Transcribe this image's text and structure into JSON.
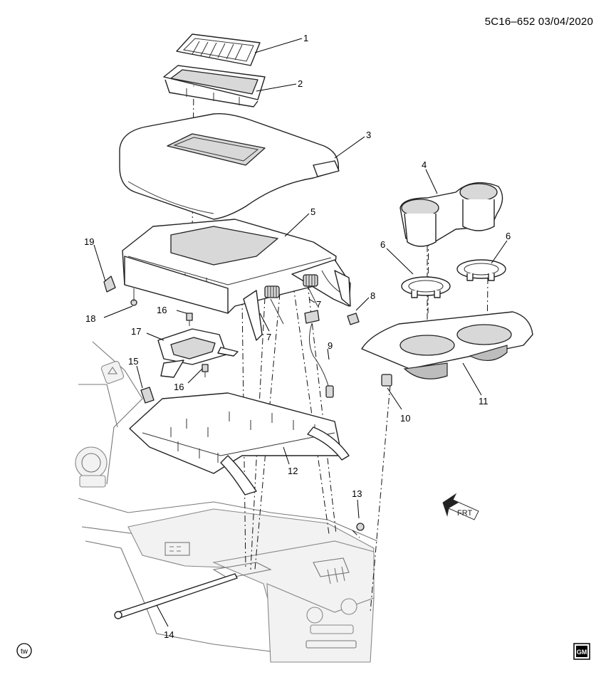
{
  "diagram_code": "5C16–652  03/04/2020",
  "callouts": [
    "1",
    "2",
    "3",
    "4",
    "5",
    "6",
    "6",
    "7",
    "7",
    "8",
    "9",
    "10",
    "11",
    "12",
    "13",
    "14",
    "15",
    "16",
    "16",
    "17",
    "18",
    "19"
  ],
  "front_arrow_label": "FRT",
  "gm_logo_text": "GM",
  "tw_badge_text": "tw"
}
